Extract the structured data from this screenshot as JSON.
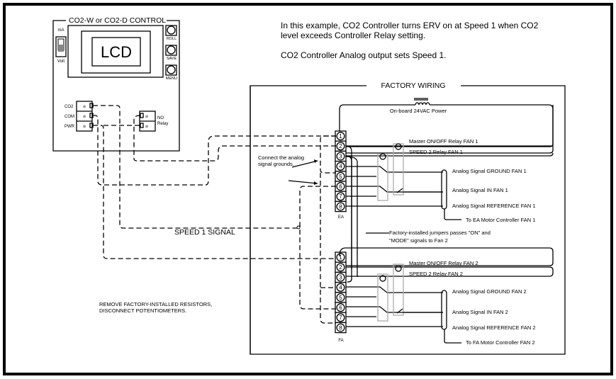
{
  "notes": {
    "line1": "In this example, CO2 Controller turns ERV on at Speed 1 when CO2",
    "line2": "level exceeds Controller Relay setting.",
    "line3": "CO2 Controller Analog output sets Speed 1."
  },
  "controller": {
    "title": "CO2-W or CO2-D CONTROL",
    "lcd": "LCD",
    "switch_top": "mA",
    "switch_bottom": "Volt",
    "buttons": [
      "ROLL",
      "SAVE",
      "MENU"
    ],
    "terminals": [
      "CO2",
      "COM",
      "PWR"
    ],
    "relay_label_1": "NO",
    "relay_label_2": "Relay"
  },
  "factory": {
    "title": "FACTORY WIRING",
    "power": "On-board 24VAC Power",
    "ea_label": "EA",
    "fa_label": "FA",
    "terminal_numbers": [
      "1",
      "2",
      "3",
      "4",
      "5",
      "6",
      "7",
      "8"
    ],
    "ground_note_1": "Connect the analog",
    "ground_note_2": "signal grounds.",
    "jumper_note_1": "Factory-installed jumpers passes \"ON\" and",
    "jumper_note_2": "\"MODE\" signals to Fan 2",
    "fan1": {
      "master": "Master ON/OFF Relay FAN 1",
      "speed2": "SPEED 2 Relay FAN 1",
      "ground": "Analog Signal GROUND FAN 1",
      "in": "Analog Signal IN FAN 1",
      "ref": "Analog Signal REFERENCE FAN 1",
      "motor": "To EA Motor Controller  FAN 1"
    },
    "fan2": {
      "master": "Master ON/OFF Relay FAN 2",
      "speed2": "SPEED 2 Relay FAN 2",
      "ground": "Analog Signal GROUND FAN 2",
      "in": "Analog Signal IN FAN 2",
      "ref": "Analog Signal REFERENCE FAN 2",
      "motor": "To FA Motor Controller FAN 2"
    }
  },
  "speed_signal": "SPEED 1 SIGNAL",
  "remove_note_1": "REMOVE FACTORY-INSTALLED RESISTORS,",
  "remove_note_2": "DISCONNECT POTENTIOMETERS."
}
